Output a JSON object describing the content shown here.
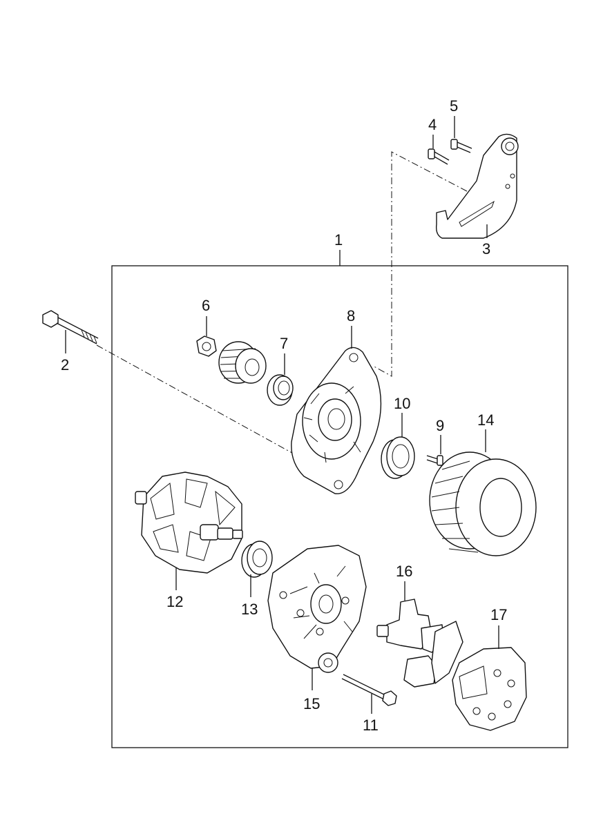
{
  "diagram": {
    "colors": {
      "line": "#111111",
      "background": "#ffffff"
    },
    "callouts": {
      "c1": "1",
      "c2": "2",
      "c3": "3",
      "c4": "4",
      "c5": "5",
      "c6": "6",
      "c7": "7",
      "c8": "8",
      "c9": "9",
      "c10": "10",
      "c11": "11",
      "c12": "12",
      "c13": "13",
      "c14": "14",
      "c15": "15",
      "c16": "16",
      "c17": "17"
    }
  }
}
